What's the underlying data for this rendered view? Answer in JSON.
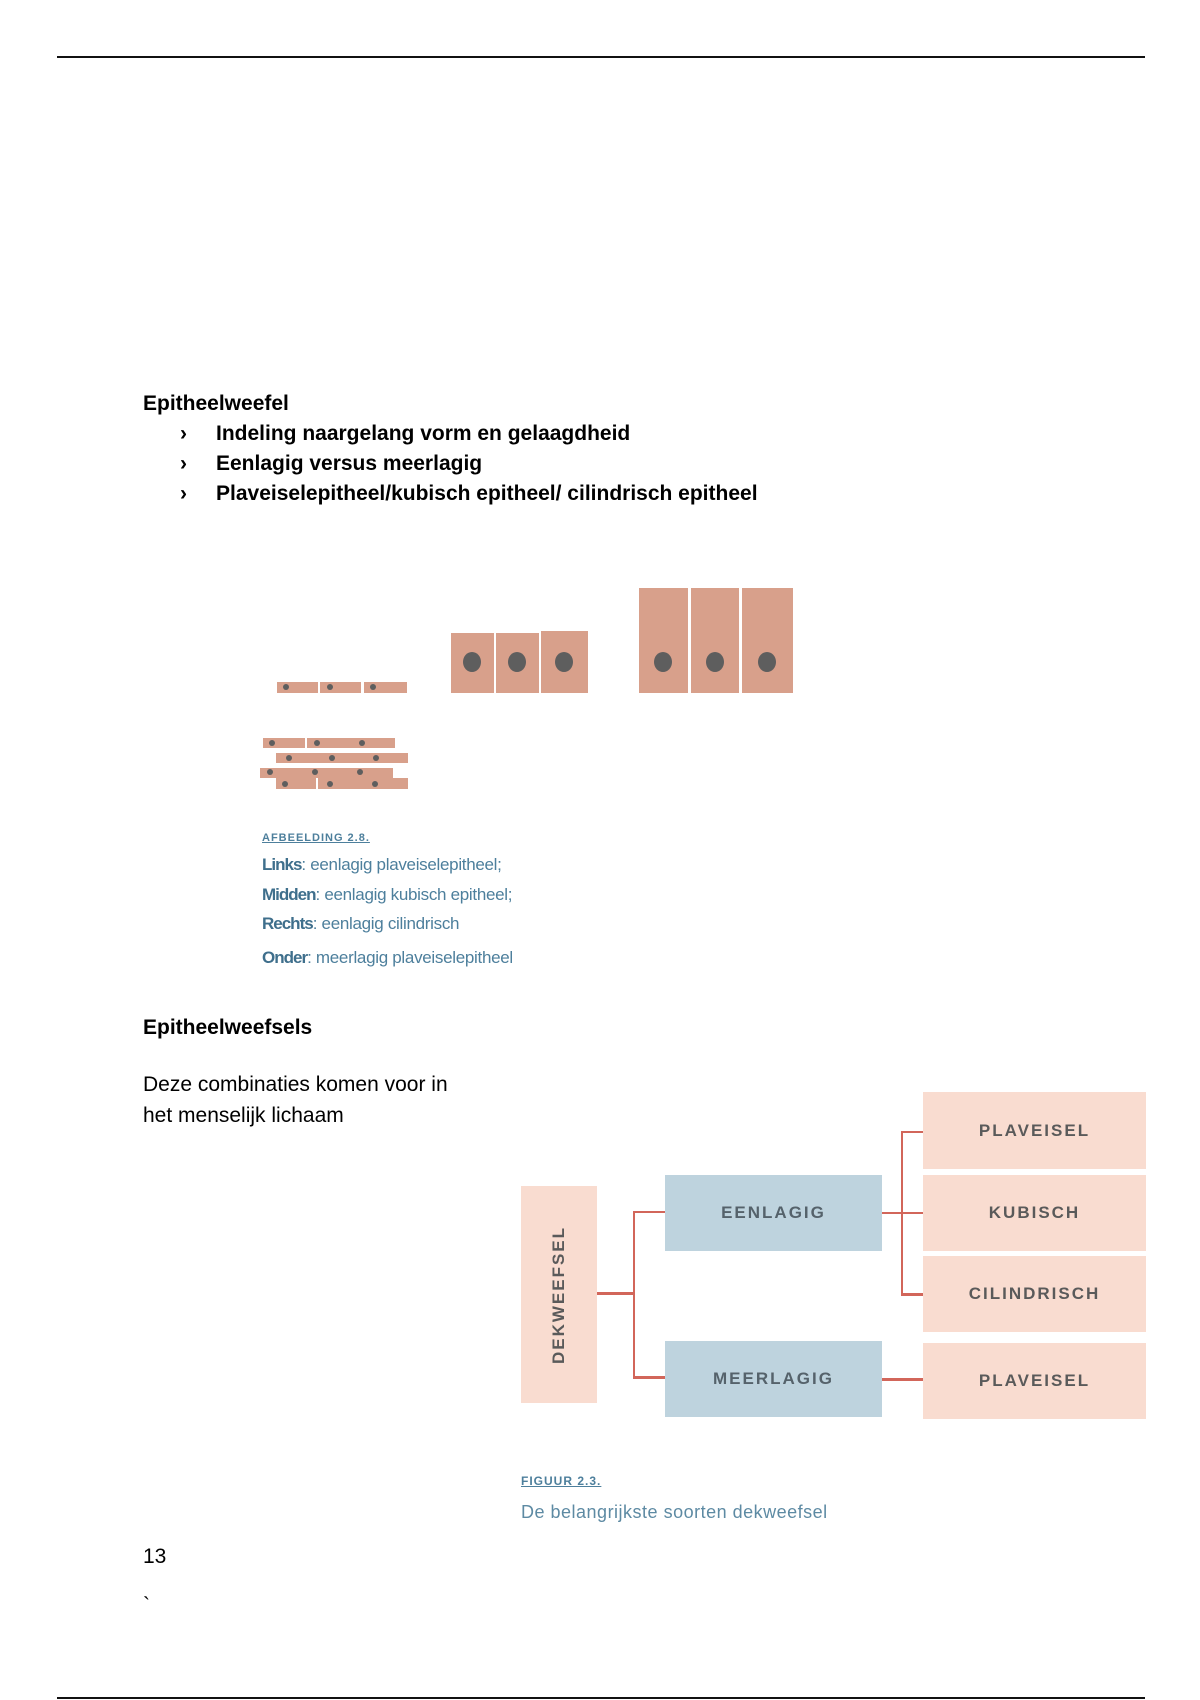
{
  "section1": {
    "heading": "Epitheelweefel",
    "bullets": [
      "Indeling naargelang vorm en gelaagdheid",
      "Eenlagig versus meerlagig",
      "Plaveiselepitheel/kubisch epitheel/ cilindrisch epitheel"
    ],
    "bullet_symbol": "›"
  },
  "figure1": {
    "label": "AFBEELDING 2.8.",
    "lines": [
      {
        "key": "Links",
        "text": ": eenlagig plaveiselepitheel;"
      },
      {
        "key": "Midden",
        "text": ": eenlagig kubisch epitheel;"
      },
      {
        "key": "Rechts",
        "text": ": eenlagig cilindrisch"
      },
      {
        "key": "Onder",
        "text": ": meerlagig plaveiselepitheel"
      }
    ],
    "colors": {
      "cell": "#d8a08b",
      "nucleus": "#5e5e5e"
    }
  },
  "section2": {
    "heading": "Epitheelweefsels",
    "text_line1": "Deze combinaties komen voor in",
    "text_line2": "het menselijk lichaam"
  },
  "figure2": {
    "root": "DEKWEEFSEL",
    "eenlagig": "EENLAGIG",
    "meerlagig": "MEERLAGIG",
    "eenlagig_children": [
      "PLAVEISEL",
      "KUBISCH",
      "CILINDRISCH"
    ],
    "meerlagig_children": [
      "PLAVEISEL"
    ],
    "label": "FIGUUR 2.3.",
    "caption": "De belangrijkste soorten dekweefsel",
    "colors": {
      "pink": "#f9dcd0",
      "blue": "#bed3de",
      "line": "#d2665a"
    }
  },
  "footer": {
    "page_number": "13",
    "mark": "`"
  }
}
